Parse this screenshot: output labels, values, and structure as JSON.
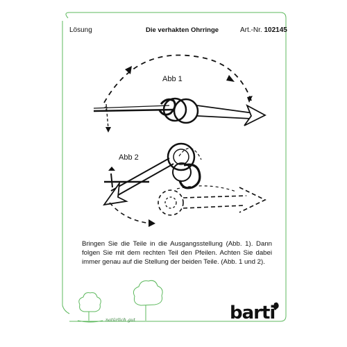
{
  "header": {
    "left_label": "Lösung",
    "title": "Die verhakten Ohrringe",
    "article_prefix": "Art.-Nr.",
    "article_number": "102145"
  },
  "figures": {
    "fig1_label": "Abb 1",
    "fig2_label": "Abb 2"
  },
  "description": "Bringen Sie die Teile in die Ausgangsstellung (Abb. 1). Dann folgen Sie mit dem rechten Teil den Pfeilen. Achten Sie dabei immer genau auf die Stellung der beiden Teile. (Abb. 1 und 2).",
  "footer": {
    "tagline": "natürlich gut",
    "brand": "barti"
  },
  "colors": {
    "border_green": "#5cb85c",
    "ink": "#111111"
  },
  "icons": [
    "tree-icon",
    "bird-icon"
  ]
}
